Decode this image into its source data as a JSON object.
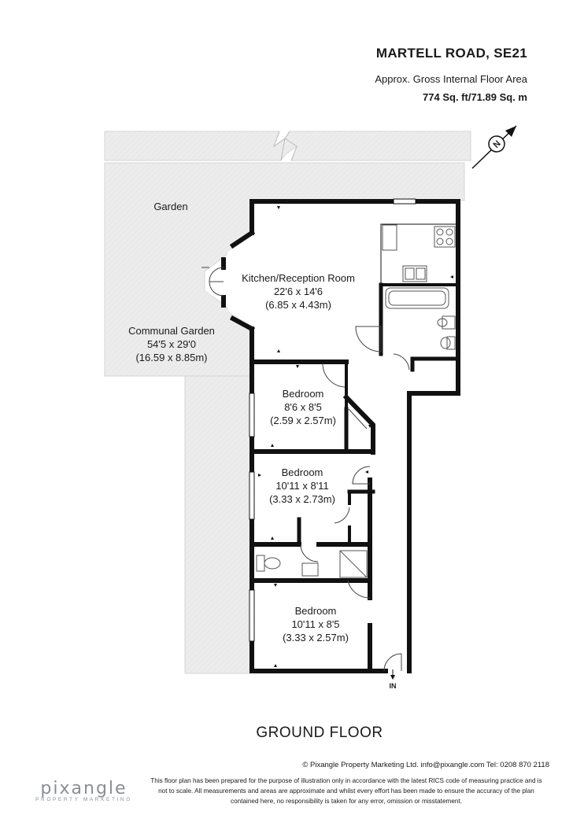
{
  "header": {
    "title": "MARTELL ROAD, SE21",
    "subtitle": "Approx. Gross Internal Floor Area",
    "area": "774 Sq. ft/71.89 Sq. m"
  },
  "rooms": {
    "garden": {
      "name": "Garden"
    },
    "communal_garden": {
      "name": "Communal Garden",
      "dim_imperial": "54'5 x 29'0",
      "dim_metric": "(16.59 x 8.85m)"
    },
    "kitchen": {
      "name": "Kitchen/Reception Room",
      "dim_imperial": "22'6 x 14'6",
      "dim_metric": "(6.85 x 4.43m)"
    },
    "bedroom1": {
      "name": "Bedroom",
      "dim_imperial": "8'6 x 8'5",
      "dim_metric": "(2.59 x 2.57m)"
    },
    "bedroom2": {
      "name": "Bedroom",
      "dim_imperial": "10'11 x 8'11",
      "dim_metric": "(3.33 x 2.73m)"
    },
    "bedroom3": {
      "name": "Bedroom",
      "dim_imperial": "10'11 x 8'5",
      "dim_metric": "(3.33 x 2.57m)"
    }
  },
  "entrance_label": "IN",
  "compass_letter": "N",
  "floor_name": "GROUND FLOOR",
  "footer": {
    "contact": "© Pixangle Property Marketing Ltd. info@pixangle.com Tel: 0208 870 2118",
    "disclaimer_1": "This floor plan has been prepared for the purpose of illustration only in accordance with the latest RICS code of measuring practice and is",
    "disclaimer_2": "not to scale. All measurements and areas are approximate and whilst every effort has been made to ensure the accuracy of the plan",
    "disclaimer_3": "contained here, no responsibility is taken for any error, omission or misstatement.",
    "logo_main": "pixangle",
    "logo_sub": "PROPERTY MARKETING"
  },
  "colors": {
    "wall": "#111111",
    "garden_fill": "#ececec",
    "garden_edge": "#d6d6d6",
    "text": "#1a1a1a",
    "logo": "#8a8f94"
  }
}
